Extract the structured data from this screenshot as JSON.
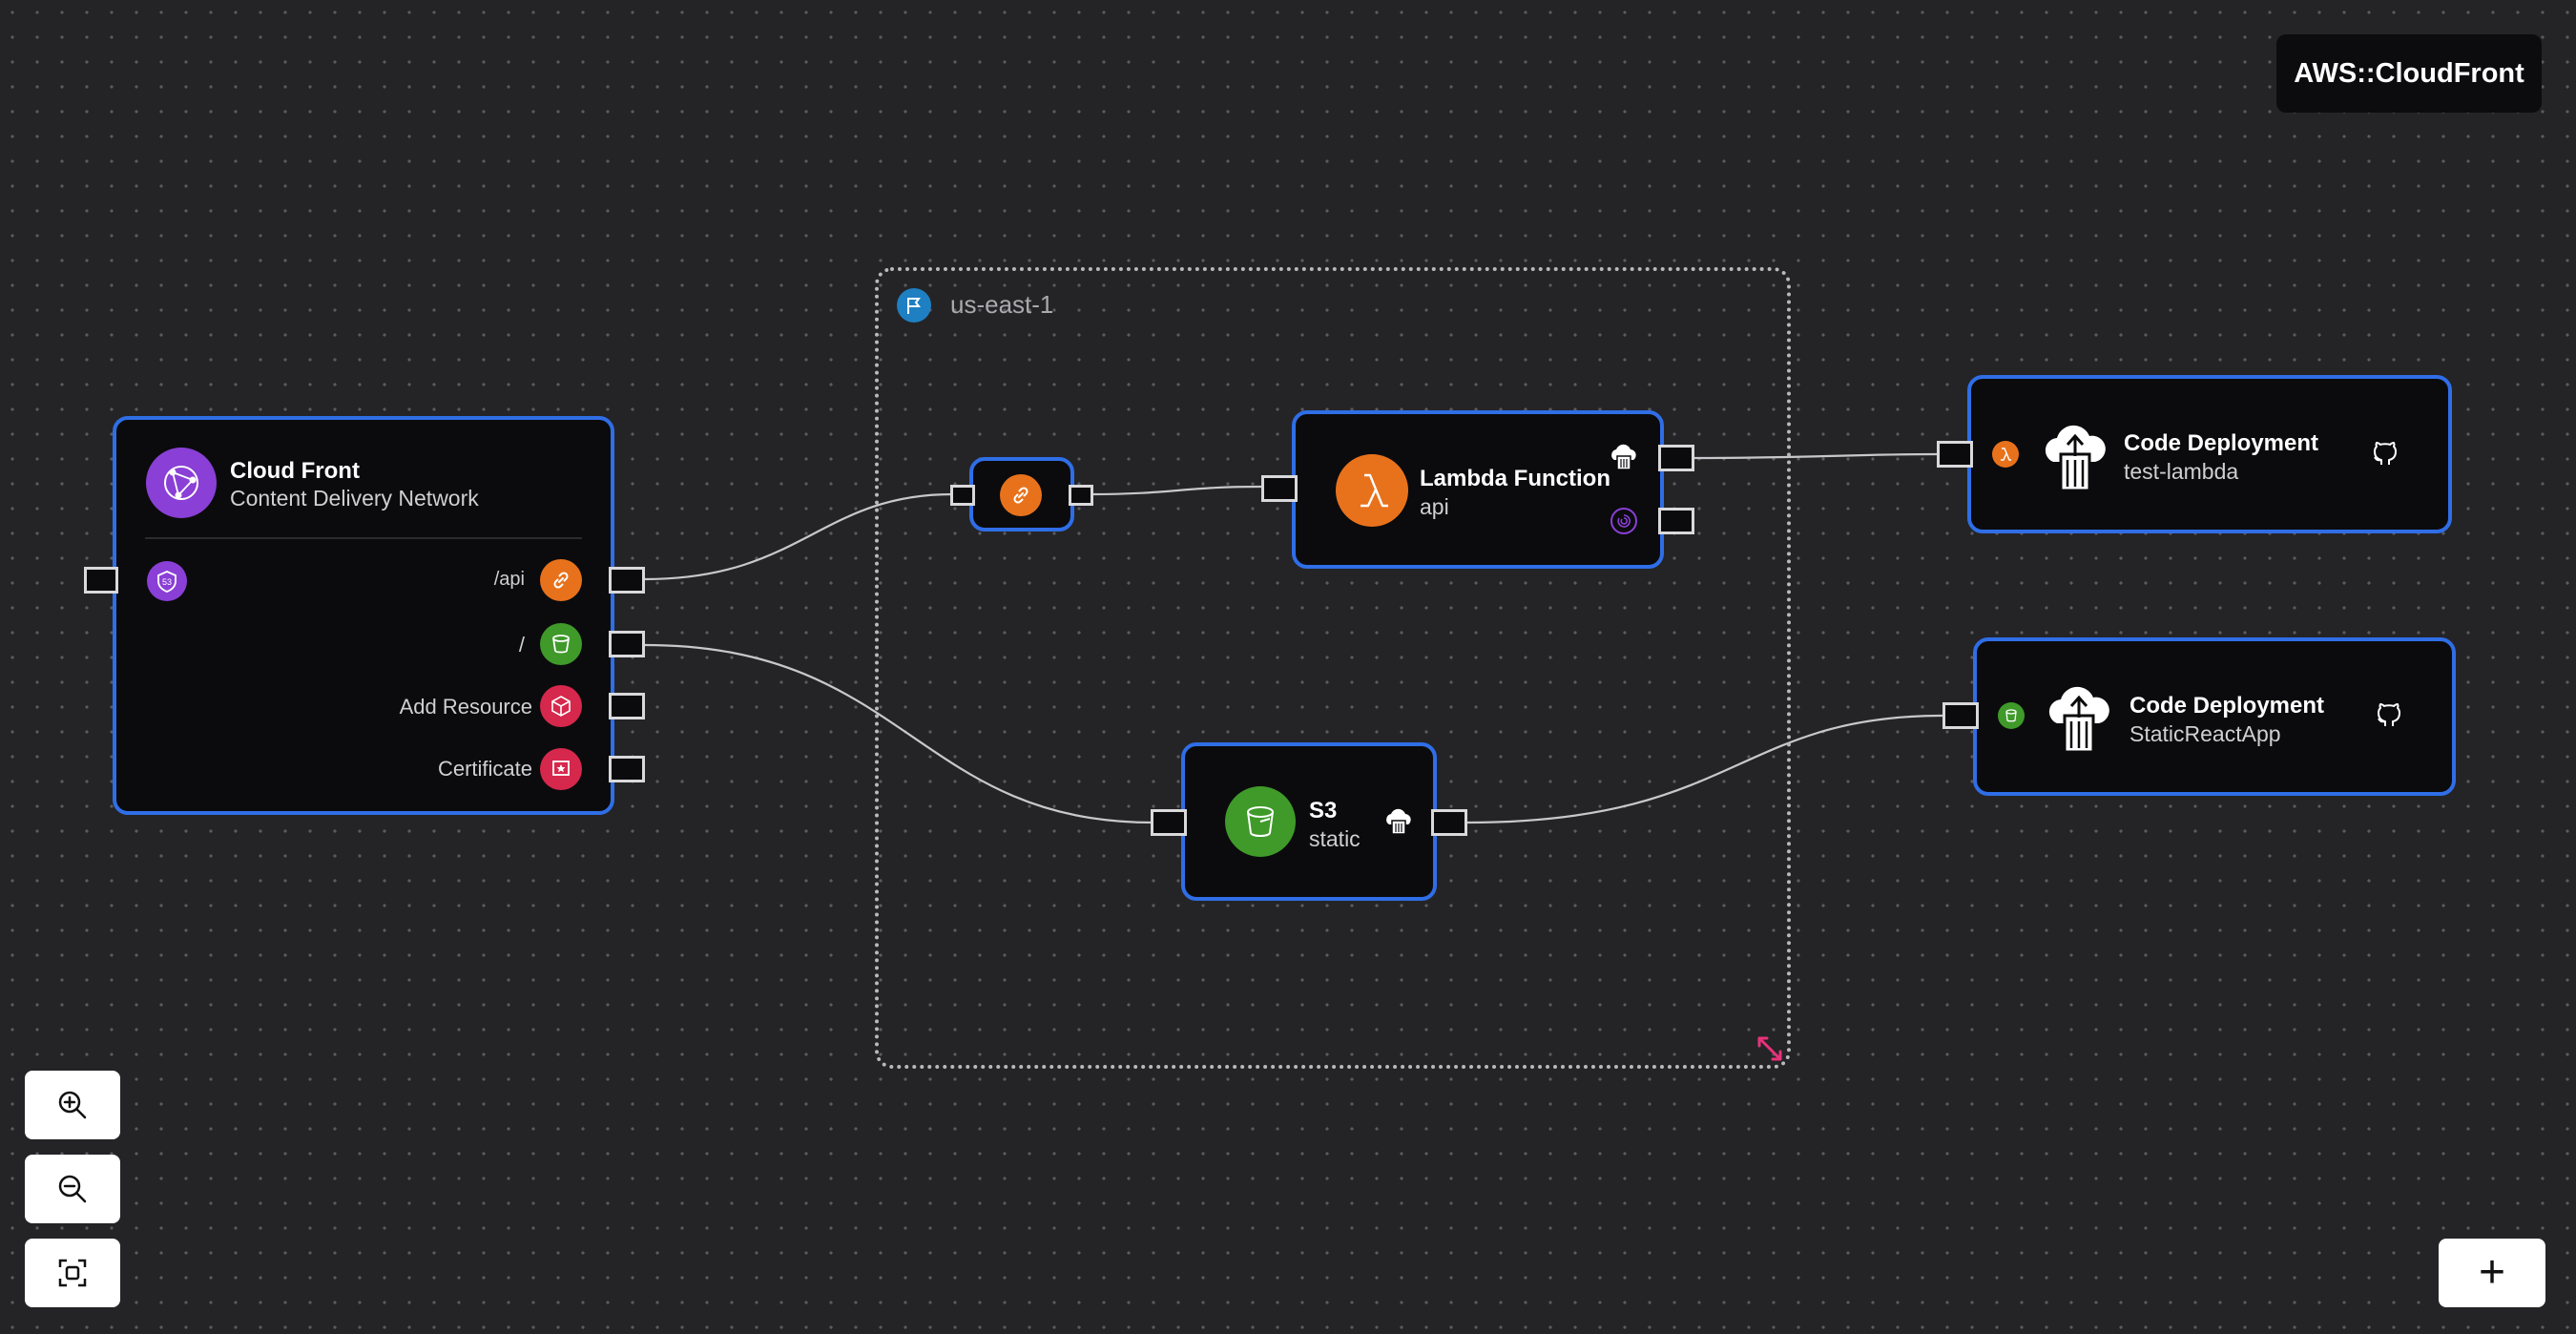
{
  "header": {
    "badge": "AWS::CloudFront"
  },
  "region": {
    "label": "us-east-1"
  },
  "cloudfront": {
    "title": "Cloud Front",
    "subtitle": "Content Delivery Network",
    "rows": [
      {
        "label": "/api",
        "icon": "link-icon"
      },
      {
        "label": "/",
        "icon": "s3-bucket-icon"
      },
      {
        "label": "Add Resource",
        "icon": "add-resource-icon"
      },
      {
        "label": "Certificate",
        "icon": "certificate-icon"
      }
    ]
  },
  "lambda": {
    "title": "Lambda Function",
    "subtitle": "api"
  },
  "s3": {
    "title": "S3",
    "subtitle": "static"
  },
  "deployments": [
    {
      "title": "Code Deployment",
      "subtitle": "test-lambda"
    },
    {
      "title": "Code Deployment",
      "subtitle": "StaticReactApp"
    }
  ],
  "controls": {
    "zoom_in": "zoom-in-icon",
    "zoom_out": "zoom-out-icon",
    "fit": "fit-view-icon",
    "add": "+"
  },
  "colors": {
    "accent": "#2f6ee6",
    "background": "#242427",
    "node": "#0b0b0d",
    "purple": "#8a3fd6",
    "orange": "#e8721c",
    "green": "#3f9a2a",
    "red": "#d6284c",
    "blue": "#1f7fc3"
  }
}
